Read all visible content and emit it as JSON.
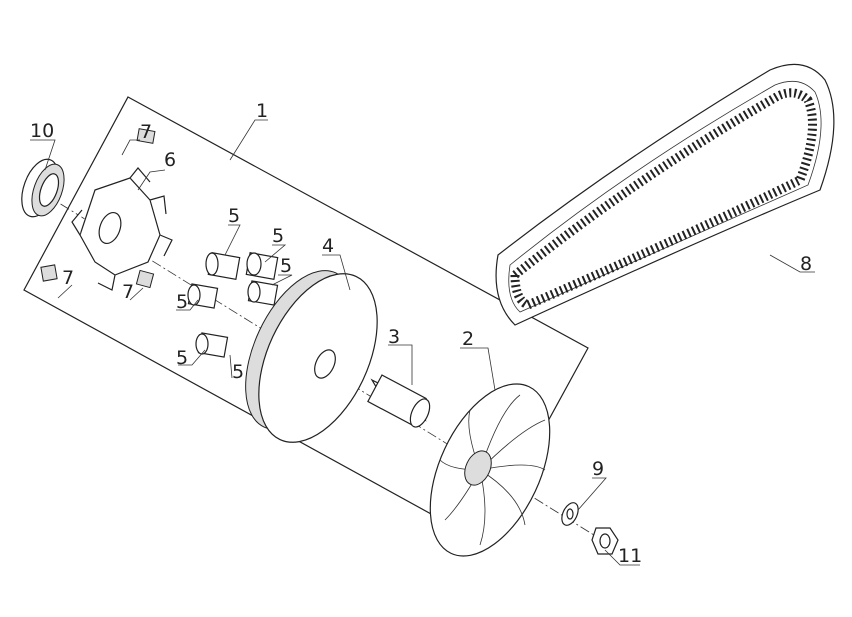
{
  "diagram": {
    "title": "Drive pulley exploded view",
    "callouts": {
      "c1": "1",
      "c2": "2",
      "c3": "3",
      "c4": "4",
      "c5a": "5",
      "c5b": "5",
      "c5c": "5",
      "c5d": "5",
      "c5e": "5",
      "c5f": "5",
      "c6": "6",
      "c7a": "7",
      "c7b": "7",
      "c7c": "7",
      "c8": "8",
      "c9": "9",
      "c10": "10",
      "c11": "11"
    }
  }
}
